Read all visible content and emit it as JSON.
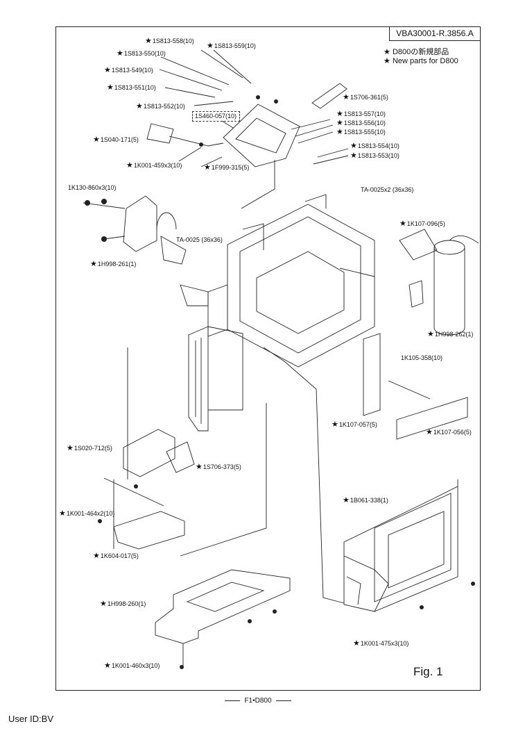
{
  "doc_id": "VBA30001-R.3856.A",
  "legend": {
    "line1": "D800の新規部品",
    "line2": "New parts for D800"
  },
  "labels": {
    "l01": "1S813-558(10)",
    "l02": "1S813-559(10)",
    "l03": "1S813-550(10)",
    "l04": "1S813-549(10)",
    "l05": "1S813-551(10)",
    "l06": "1S813-552(10)",
    "l07": "1S706-361(5)",
    "l08": "1S460-057(10)",
    "l09": "1S813-557(10)",
    "l10": "1S813-556(10)",
    "l11": "1S813-555(10)",
    "l12": "1S040-171(5)",
    "l13": "1S813-554(10)",
    "l14": "1S813-553(10)",
    "l15": "1K001-459x3(10)",
    "l16": "1F999-315(5)",
    "l17": "1K130-860x3(10)",
    "l18": "TA-0025x2 (36x36)",
    "l19": "1K107-096(5)",
    "l20": "TA-0025 (36x36)",
    "l21": "1H998-261(1)",
    "l22": "1H998-262(1)",
    "l23": "1K105-358(10)",
    "l24": "1K107-057(5)",
    "l25": "1K107-056(5)",
    "l26": "1S020-712(5)",
    "l27": "1S706-373(5)",
    "l28": "1B061-338(1)",
    "l29": "1K001-464x2(10)",
    "l30": "1K604-017(5)",
    "l31": "1H998-260(1)",
    "l32": "1K001-475x3(10)",
    "l33": "1K001-460x3(10)"
  },
  "fig_label": "Fig. 1",
  "footer": "F1•D800",
  "user_id": "User ID:BV"
}
